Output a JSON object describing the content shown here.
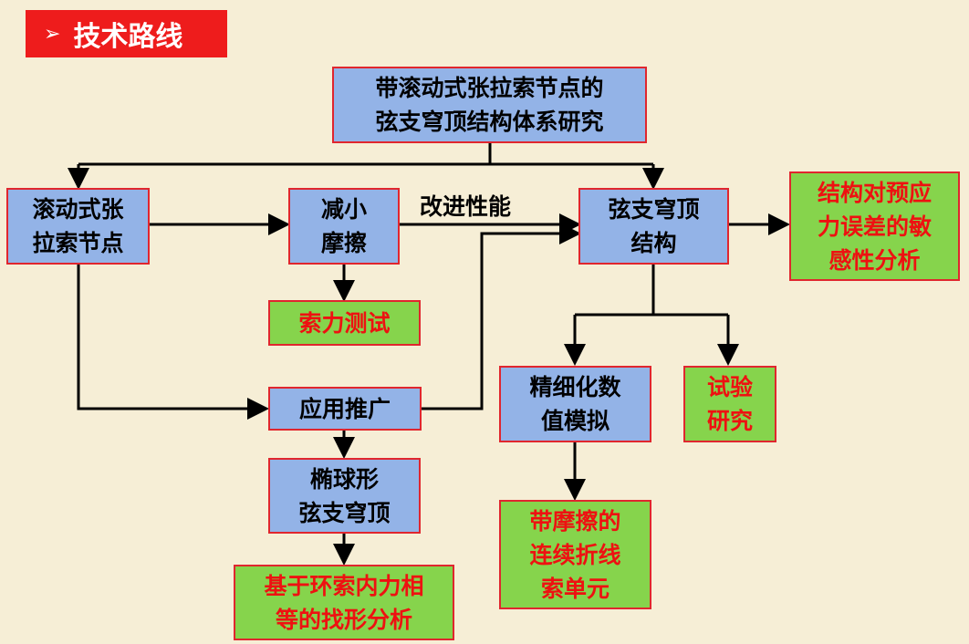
{
  "header": {
    "bullet": "➢",
    "title": "技术路线"
  },
  "nodes": {
    "root": "带滚动式张拉索节点的\n弦支穹顶结构体系研究",
    "rolling_node": "滚动式张\n拉索节点",
    "reduce_friction": "减小\n摩擦",
    "dome_structure": "弦支穹顶\n结构",
    "sensitivity": "结构对预应\n力误差的敏\n感性分析",
    "cable_test": "索力测试",
    "application": "应用推广",
    "fine_simulation": "精细化数\n值模拟",
    "experiment": "试验\n研究",
    "ellipsoid_dome": "椭球形\n弦支穹顶",
    "form_finding": "基于环索内力相\n等的找形分析",
    "friction_element": "带摩擦的\n连续折线\n索单元"
  },
  "labels": {
    "improve_performance": "改进性能"
  },
  "colors": {
    "background": "#f6eed6",
    "title_bar": "#ee1c1c",
    "blue_box": "#93b3e7",
    "green_box": "#86d44c",
    "red_text": "#ee1111",
    "box_border": "#e0262e"
  }
}
